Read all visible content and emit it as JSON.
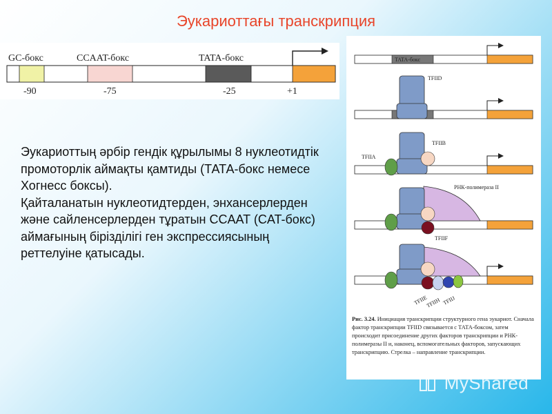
{
  "title": "Эукариоттағы транскрипция",
  "promoter_diagram": {
    "elements": [
      {
        "label": "GC-бокс",
        "position": "-90",
        "color": "#f0f2a6"
      },
      {
        "label": "CCAAT-бокс",
        "position": "-75",
        "color": "#f8d6d2"
      },
      {
        "label": "TATA-бокс",
        "position": "-25",
        "color": "#5a5a5a"
      },
      {
        "label": "",
        "position": "+1",
        "color": "#f4a23a"
      }
    ]
  },
  "body_text": "Эукариоттың әрбір гендік құрылымы 8 нуклеотидтік промоторлік аймақты қамтиды (ТАТА-бокс немесе Хогнесс боксы).\nҚайталанатын нуклеотидтерден, энхансерлерден және сайленсерлерден тұратын CCAAT (CAT-бокс) аймағының бірізділігі ген экспрессиясының реттелуіне қатысады.",
  "figure": {
    "tata_label": "TATA-бокс",
    "factors": {
      "tfiid": "TFIID",
      "tfiib": "TFIIB",
      "tfiia": "TFIIA",
      "rnap": "РНК-полимераза II",
      "tfiif": "TFIIF",
      "tfiie": "TFIIE",
      "tfiih": "TFIIH",
      "tfiij": "TFIIJ"
    },
    "caption_bold": "Рис. 3.24.",
    "caption_text": " Инициация транскрипции структурного гена эукариот. Сначала фактор транскрипции TFIID связывается с ТАТА-боксом, затем происходит присоединение других факторов транскрипции и РНК-полимеразы II и, наконец, вспомогательных факторов, запускающих транскрипцию. Стрелка – направление транскрипции."
  },
  "watermark": "MyShared",
  "colors": {
    "title": "#e8452a",
    "orange": "#f4a23a",
    "tfiid_blue": "#7f9bc8",
    "tfiia_green": "#5f9e48",
    "tfiib_peach": "#f7d7c3",
    "tfiif_maroon": "#7a1020",
    "rnap_purple": "#d7b7e3",
    "tfiih_blue": "#2f45b0",
    "tfiij_green": "#8cc640"
  }
}
